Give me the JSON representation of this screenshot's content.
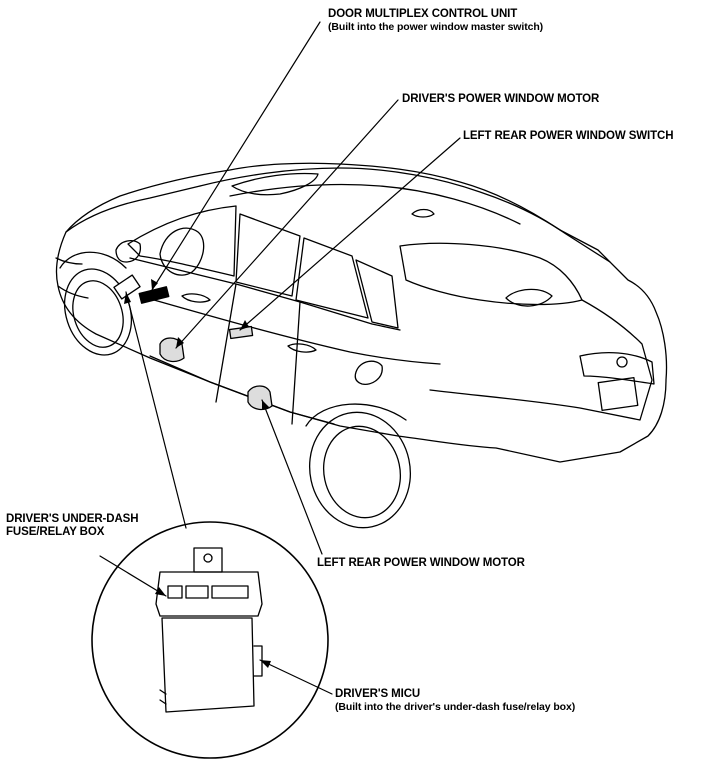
{
  "callouts": {
    "door_multiplex": {
      "title": "DOOR MULTIPLEX CONTROL UNIT",
      "note": "(Built into the power window master switch)"
    },
    "driver_motor": {
      "title": "DRIVER'S POWER WINDOW MOTOR"
    },
    "left_rear_switch": {
      "title": "LEFT REAR POWER WINDOW SWITCH"
    },
    "left_rear_motor": {
      "title": "LEFT REAR POWER WINDOW MOTOR"
    },
    "fuse_box": {
      "line1": "DRIVER'S UNDER-DASH",
      "line2": "FUSE/RELAY BOX"
    },
    "micu": {
      "title": "DRIVER'S MICU",
      "note": "(Built into the driver's under-dash fuse/relay box)"
    }
  },
  "colors": {
    "line": "#000000",
    "background": "#ffffff"
  }
}
